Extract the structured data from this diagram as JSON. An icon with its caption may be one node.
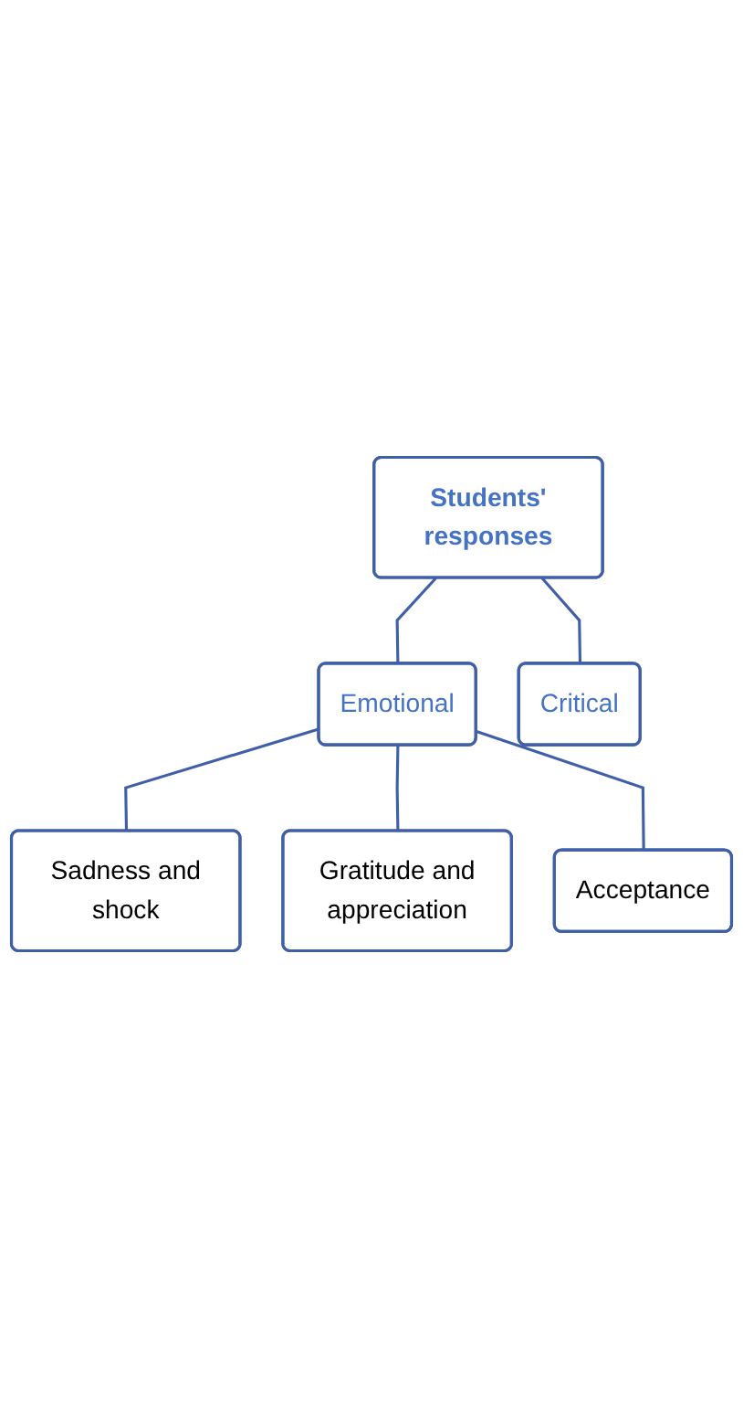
{
  "diagram": {
    "nodes": [
      {
        "text": [
          "Students' responses"
        ]
      },
      {
        "text": [
          "Emotional"
        ]
      },
      {
        "text": [
          "Critical"
        ]
      },
      {
        "text": [
          "Sadness and shock"
        ]
      },
      {
        "text": [
          "Gratitude and appreciation"
        ]
      },
      {
        "text": [
          "Acceptance"
        ]
      }
    ],
    "edges": [
      {
        "from": 0,
        "to": 1,
        "arrow": "none"
      },
      {
        "from": 0,
        "to": 2,
        "arrow": "none"
      },
      {
        "from": 1,
        "to": 3,
        "arrow": "none"
      },
      {
        "from": 1,
        "to": 4,
        "arrow": "none"
      },
      {
        "from": 1,
        "to": 5,
        "arrow": "none"
      }
    ]
  }
}
